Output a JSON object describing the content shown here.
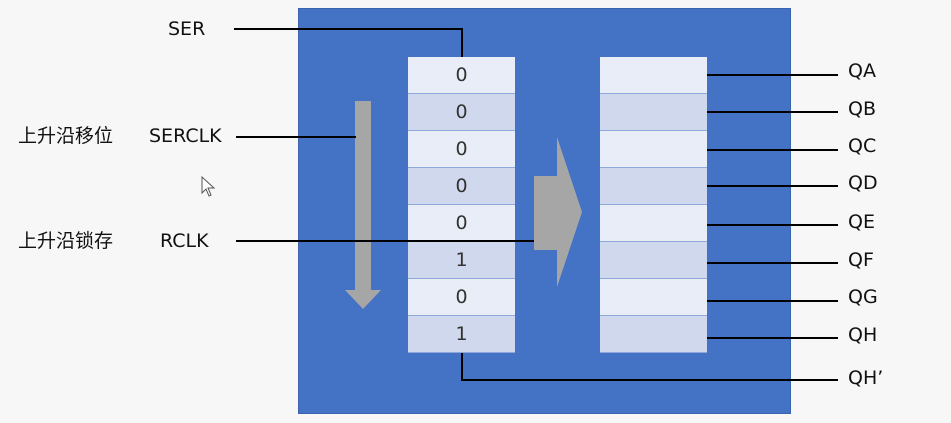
{
  "inputs": {
    "ser": "SER",
    "serclk": "SERCLK",
    "serclk_desc": "上升沿移位",
    "rclk": "RCLK",
    "rclk_desc": "上升沿锁存"
  },
  "shift_register": {
    "values": [
      "0",
      "0",
      "0",
      "0",
      "0",
      "1",
      "0",
      "1"
    ]
  },
  "outputs": [
    "QA",
    "QB",
    "QC",
    "QD",
    "QE",
    "QF",
    "QG",
    "QH"
  ],
  "serial_output": "QH’",
  "colors": {
    "panel": "#4472c4",
    "cell_light": "#e9edf7",
    "cell_dark": "#cfd8ec",
    "arrow": "#a6a6a6",
    "line": "#000000"
  }
}
